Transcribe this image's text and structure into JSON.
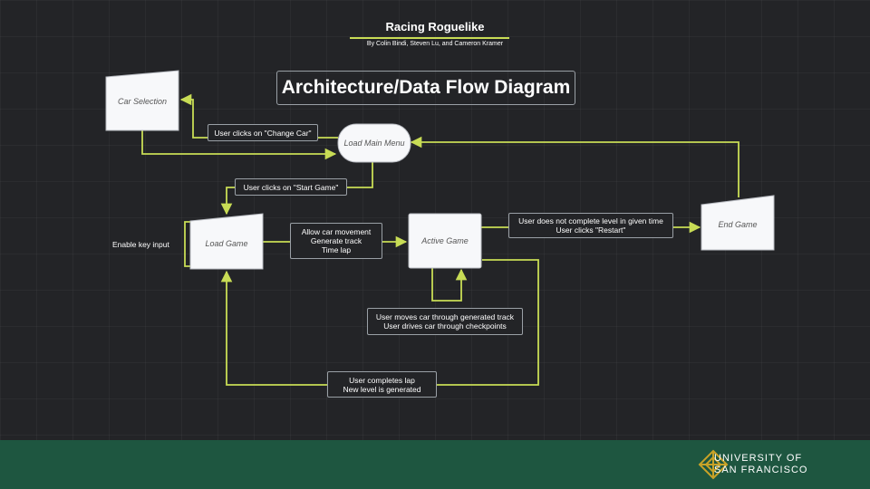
{
  "header": {
    "title": "Racing Roguelike",
    "authors": "By Colin Bindi, Steven Lu, and Cameron Kramer",
    "diagram_title": "Architecture/Data Flow Diagram"
  },
  "nodes": {
    "car_selection": "Car Selection",
    "load_main_menu": "Load Main Menu",
    "load_game": "Load Game",
    "active_game": "Active Game",
    "end_game": "End Game"
  },
  "labels": {
    "change_car": "User clicks on \"Change Car\"",
    "start_game": "User clicks on \"Start Game\"",
    "enable_key_input": "Enable key input",
    "load_actions": [
      "Allow car movement",
      "Generate track",
      "Time lap"
    ],
    "end_conditions": [
      "User does not complete level in given time",
      "User clicks \"Restart\""
    ],
    "driving": [
      "User moves car through generated track",
      "User drives car through checkpoints"
    ],
    "lap_complete": [
      "User completes lap",
      "New level is generated"
    ]
  },
  "colors": {
    "arrow": "#c8dc55",
    "footer": "#1e5640",
    "node_fill": "#f7f8fa",
    "logo_gold": "#c9a227"
  },
  "footer": {
    "org_line1": "UNIVERSITY OF",
    "org_line2": "SAN FRANCISCO",
    "logo_icon": "usf-logo-icon"
  }
}
